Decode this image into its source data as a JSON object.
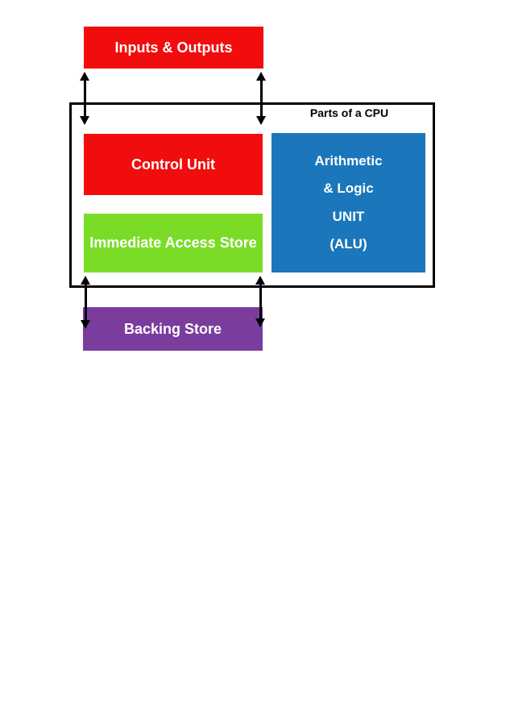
{
  "diagram": {
    "title": "Parts of a CPU",
    "boxes": {
      "inputs_outputs": "Inputs & Outputs",
      "control_unit": "Control Unit",
      "immediate_access_store": "Immediate Access Store",
      "alu_lines": [
        "Arithmetic",
        "& Logic",
        "UNIT",
        "(ALU)"
      ],
      "backing_store": "Backing Store"
    },
    "colors": {
      "red": "#F10D0D",
      "green": "#7BDC28",
      "blue": "#1B76BB",
      "purple": "#7A3D9E",
      "outline": "#000000",
      "box_text": "#FFFFFF",
      "title_text": "#000000"
    },
    "connectors": [
      {
        "name": "inputs-outputs-to-cpu-left",
        "type": "double-headed-vertical"
      },
      {
        "name": "inputs-outputs-to-cpu-right",
        "type": "double-headed-vertical"
      },
      {
        "name": "cpu-to-backing-store-left",
        "type": "double-headed-vertical"
      },
      {
        "name": "cpu-to-backing-store-right",
        "type": "double-headed-vertical"
      }
    ]
  }
}
